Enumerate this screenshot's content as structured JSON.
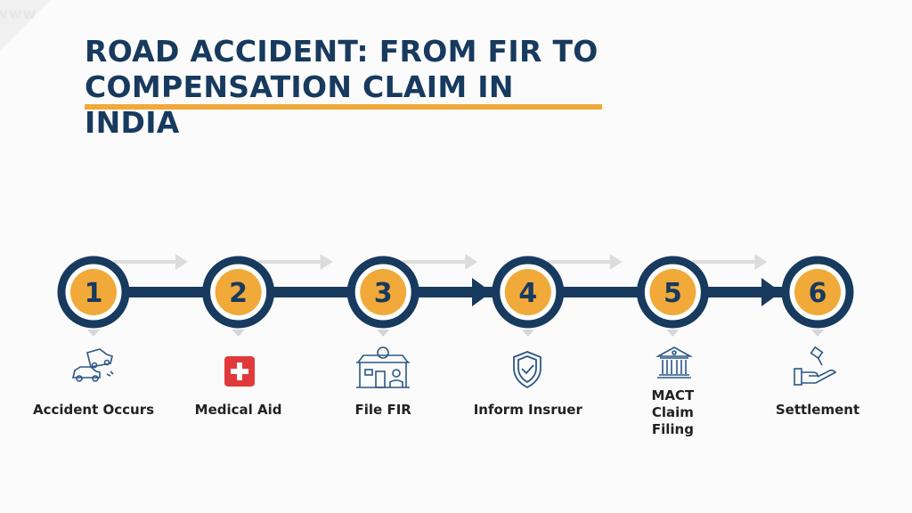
{
  "watermark": "www",
  "title": "ROAD ACCIDENT: FROM FIR TO COMPENSATION CLAIM IN INDIA",
  "colors": {
    "navy": "#173a5e",
    "orange": "#f1a93a",
    "red": "#e0393b",
    "grey_arrow": "#dcdcdc"
  },
  "steps": [
    {
      "number": "1",
      "label": "Accident Occurs",
      "icon": "car-crash-icon"
    },
    {
      "number": "2",
      "label": "Medical Aid",
      "icon": "medical-cross-icon"
    },
    {
      "number": "3",
      "label": "File FIR",
      "icon": "police-station-icon"
    },
    {
      "number": "4",
      "label": "Inform Insruer",
      "icon": "shield-check-icon"
    },
    {
      "number": "5",
      "label": "MACT Claim Filing",
      "icon": "courthouse-icon"
    },
    {
      "number": "6",
      "label": "Settlement",
      "icon": "hand-gavel-icon"
    }
  ]
}
